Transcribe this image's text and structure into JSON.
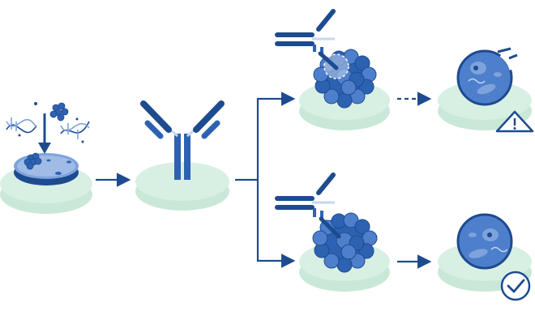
{
  "colors": {
    "navy": "#1d4b8f",
    "blue": "#2d62b3",
    "mid_blue": "#4d7fcc",
    "light_blue": "#7ea3dc",
    "pale_blue": "#c6d7ee",
    "mint": "#d8efe4",
    "mint_edge": "#bfe3d2",
    "white": "#ffffff"
  },
  "icons": {
    "warning": "warning-triangle-icon",
    "success": "checkmark-circle-icon"
  },
  "steps": [
    {
      "id": "antigen-dish",
      "stage": 1
    },
    {
      "id": "antibody",
      "stage": 2
    },
    {
      "id": "poor-binding-tumor",
      "stage": 3
    },
    {
      "id": "damaged-cell",
      "stage": 4
    },
    {
      "id": "strong-binding-tumor",
      "stage": 3
    },
    {
      "id": "healthy-cell",
      "stage": 4
    }
  ]
}
